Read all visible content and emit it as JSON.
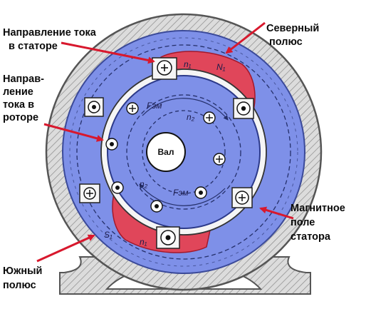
{
  "labels": {
    "stator_current_1": "Направление тока",
    "stator_current_2": "в статоре",
    "rotor_current_1": "Направ-",
    "rotor_current_2": "ление",
    "rotor_current_3": "тока в",
    "rotor_current_4": "роторе",
    "north_pole_1": "Северный",
    "north_pole_2": "полюс",
    "magnetic_field_1": "Магнитное",
    "magnetic_field_2": "поле",
    "magnetic_field_3": "статора",
    "south_pole_1": "Южный",
    "south_pole_2": "полюс"
  },
  "shaft": "Вал",
  "markers": {
    "n1": "n₁",
    "n2": "n₂",
    "N1": "N₁",
    "S1": "S₁",
    "Fem": "Fэм"
  },
  "colors": {
    "stator_blue": "#7e90e8",
    "pole_red": "#e0465a",
    "housing_gray": "#d9d9d9",
    "arrow_red": "#d8182d"
  }
}
